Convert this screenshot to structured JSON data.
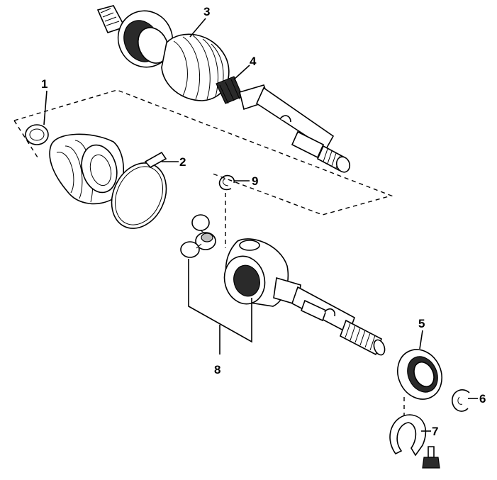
{
  "callouts": [
    {
      "id": "c1",
      "label": "1"
    },
    {
      "id": "c2",
      "label": "2"
    },
    {
      "id": "c3",
      "label": "3"
    },
    {
      "id": "c4",
      "label": "4"
    },
    {
      "id": "c5",
      "label": "5"
    },
    {
      "id": "c6",
      "label": "6"
    },
    {
      "id": "c7",
      "label": "7"
    },
    {
      "id": "c8",
      "label": "8"
    },
    {
      "id": "c9",
      "label": "9"
    }
  ],
  "colors": {
    "ink": "#000000",
    "paper": "#ffffff",
    "shade": "#2a2a2a"
  }
}
